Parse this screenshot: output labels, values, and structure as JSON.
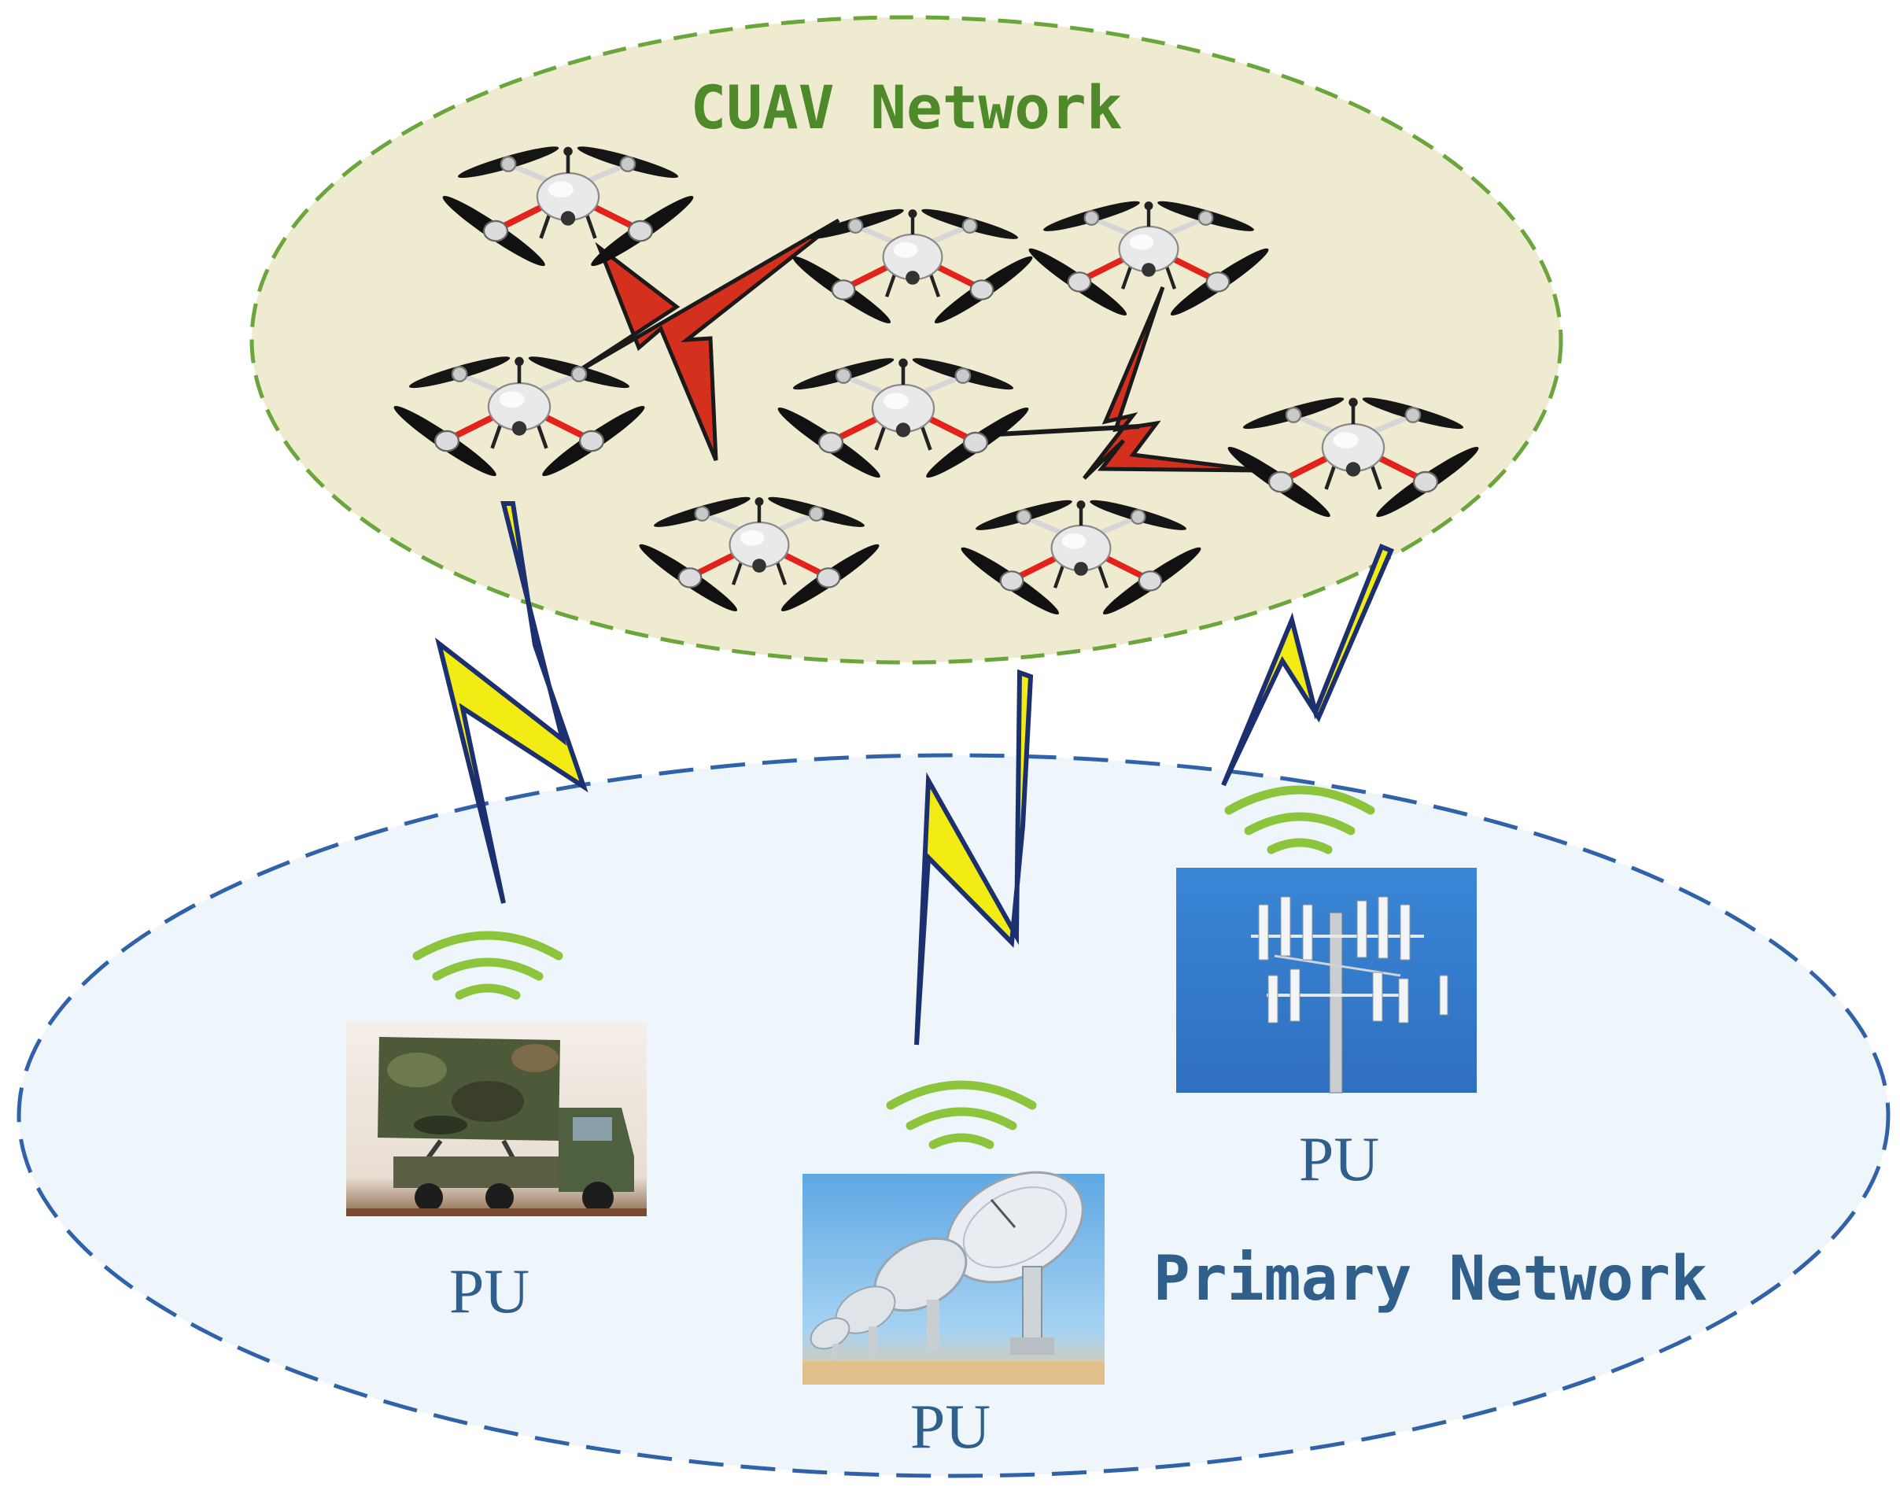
{
  "diagram": {
    "cuav_network": {
      "title": "CUAV Network",
      "fill": "#eeebd0",
      "border_color": "#6aa63c",
      "title_color": "#4e8a2a"
    },
    "primary_network": {
      "title": "Primary Network",
      "fill": "#eef5fb",
      "border_color": "#2f62a8",
      "title_color": "#2f5f8a"
    },
    "primary_users": [
      {
        "id": "radar-truck",
        "label": "PU"
      },
      {
        "id": "satellite-dishes",
        "label": "PU"
      },
      {
        "id": "cell-tower",
        "label": "PU"
      }
    ],
    "colors": {
      "uav_link": "#d5301e",
      "pu_link": "#f3ec14",
      "link_outline": "#1a1a1a",
      "pu_link_outline": "#1c2f6e",
      "wifi_signal": "#8cc43c",
      "pu_label": "#2f5f8a"
    }
  }
}
